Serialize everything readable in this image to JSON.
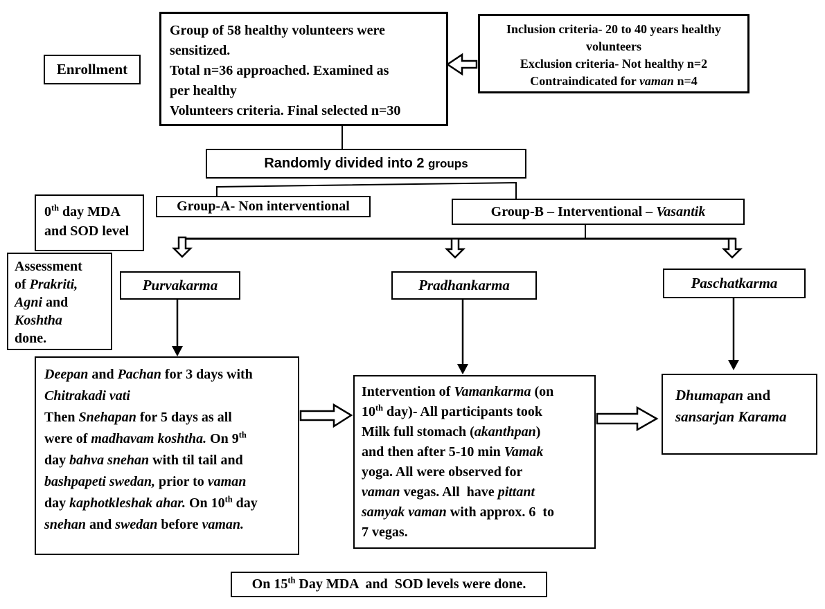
{
  "palette": {
    "ink": "#000000",
    "bg": "#ffffff"
  },
  "boxes": {
    "enrollment": {
      "label": "Enrollment"
    },
    "screening": {
      "lines": [
        [
          {
            "t": "Group of 58 healthy volunteers were"
          }
        ],
        [
          {
            "t": "sensitized."
          }
        ],
        [
          {
            "t": "Total n=36 approached. Examined as"
          }
        ],
        [
          {
            "t": "per healthy"
          }
        ],
        [
          {
            "t": "Volunteers criteria. Final selected n=30"
          }
        ]
      ]
    },
    "criteria": {
      "lines": [
        [
          {
            "t": "Inclusion criteria- 20 to 40 years healthy"
          }
        ],
        [
          {
            "t": "volunteers"
          }
        ],
        [
          {
            "t": "Exclusion criteria- Not healthy n=2"
          }
        ],
        [
          {
            "t": "Contraindicated for "
          },
          {
            "t": "vaman",
            "i": true
          },
          {
            "t": " n=4"
          }
        ]
      ]
    },
    "randomized": {
      "lines": [
        [
          {
            "t": "Randomly divided into 2 "
          },
          {
            "t": "groups",
            "sm": true
          }
        ]
      ]
    },
    "group_a": {
      "lines": [
        [
          {
            "t": "Group-A- Non interventional"
          }
        ]
      ]
    },
    "group_b": {
      "lines": [
        [
          {
            "t": "Group-B – Interventional – "
          },
          {
            "t": "Vasantik",
            "i": true
          }
        ]
      ]
    },
    "baseline": {
      "lines": [
        [
          {
            "t": "0"
          },
          {
            "t": "th",
            "sup": true
          },
          {
            "t": " day MDA"
          }
        ],
        [
          {
            "t": "and SOD level"
          }
        ]
      ]
    },
    "assessment": {
      "lines": [
        [
          {
            "t": "Assessment"
          }
        ],
        [
          {
            "t": "of "
          },
          {
            "t": "Prakriti,",
            "i": true
          }
        ],
        [
          {
            "t": "Agni",
            "i": true
          },
          {
            "t": " and"
          }
        ],
        [
          {
            "t": "Koshtha",
            "i": true
          }
        ],
        [
          {
            "t": "done."
          }
        ]
      ]
    },
    "purvakarma": {
      "lines": [
        [
          {
            "t": "Purvakarma",
            "i": true
          }
        ]
      ]
    },
    "pradhankarma": {
      "lines": [
        [
          {
            "t": "Pradhankarma",
            "i": true
          }
        ]
      ]
    },
    "paschatkarma": {
      "lines": [
        [
          {
            "t": "Paschatkarma",
            "i": true
          }
        ]
      ]
    },
    "purvakarma_detail": {
      "lines": [
        [
          {
            "t": "Deepan",
            "i": true
          },
          {
            "t": " and "
          },
          {
            "t": "Pachan",
            "i": true
          },
          {
            "t": " for 3 days with"
          }
        ],
        [
          {
            "t": "Chitrakadi vati",
            "i": true
          }
        ],
        [
          {
            "t": "Then "
          },
          {
            "t": "Snehapan",
            "i": true
          },
          {
            "t": " for 5 days as all"
          }
        ],
        [
          {
            "t": "were of "
          },
          {
            "t": "madhavam koshtha.",
            "i": true
          },
          {
            "t": " On 9"
          },
          {
            "t": "th",
            "sup": true
          }
        ],
        [
          {
            "t": "day "
          },
          {
            "t": "bahva snehan",
            "i": true
          },
          {
            "t": " with til tail and"
          }
        ],
        [
          {
            "t": "bashpapeti swedan,",
            "i": true
          },
          {
            "t": " prior to "
          },
          {
            "t": "vaman",
            "i": true
          }
        ],
        [
          {
            "t": "day "
          },
          {
            "t": "kaphotkleshak ahar.",
            "i": true
          },
          {
            "t": " On 10"
          },
          {
            "t": "th",
            "sup": true
          },
          {
            "t": " day"
          }
        ],
        [
          {
            "t": "snehan",
            "i": true
          },
          {
            "t": " and "
          },
          {
            "t": "swedan",
            "i": true
          },
          {
            "t": " before "
          },
          {
            "t": "vaman.",
            "i": true
          }
        ]
      ]
    },
    "vamankarma_detail": {
      "lines": [
        [
          {
            "t": "Intervention of "
          },
          {
            "t": "Vamankarma",
            "i": true
          },
          {
            "t": " (on"
          }
        ],
        [
          {
            "t": "10"
          },
          {
            "t": "th",
            "sup": true
          },
          {
            "t": " day)- All participants took"
          }
        ],
        [
          {
            "t": "Milk full stomach ("
          },
          {
            "t": "akanthpan",
            "i": true
          },
          {
            "t": ")"
          }
        ],
        [
          {
            "t": "and then after 5-10 min "
          },
          {
            "t": "Vamak",
            "i": true
          }
        ],
        [
          {
            "t": "yoga. All were observed for"
          }
        ],
        [
          {
            "t": "vaman",
            "i": true
          },
          {
            "t": " vegas. All  have "
          },
          {
            "t": "pittant",
            "i": true
          }
        ],
        [
          {
            "t": "samyak vaman",
            "i": true
          },
          {
            "t": " with approx. 6  to"
          }
        ],
        [
          {
            "t": "7 vegas."
          }
        ]
      ]
    },
    "dhumapan": {
      "lines": [
        [
          {
            "t": "Dhumapan",
            "i": true
          },
          {
            "t": " and"
          }
        ],
        [
          {
            "t": "sansarjan Karama",
            "i": true
          }
        ]
      ]
    },
    "followup": {
      "lines": [
        [
          {
            "t": "On 15"
          },
          {
            "t": "th",
            "sup": true
          },
          {
            "t": " Day MDA  and  SOD levels were done."
          }
        ]
      ]
    }
  }
}
